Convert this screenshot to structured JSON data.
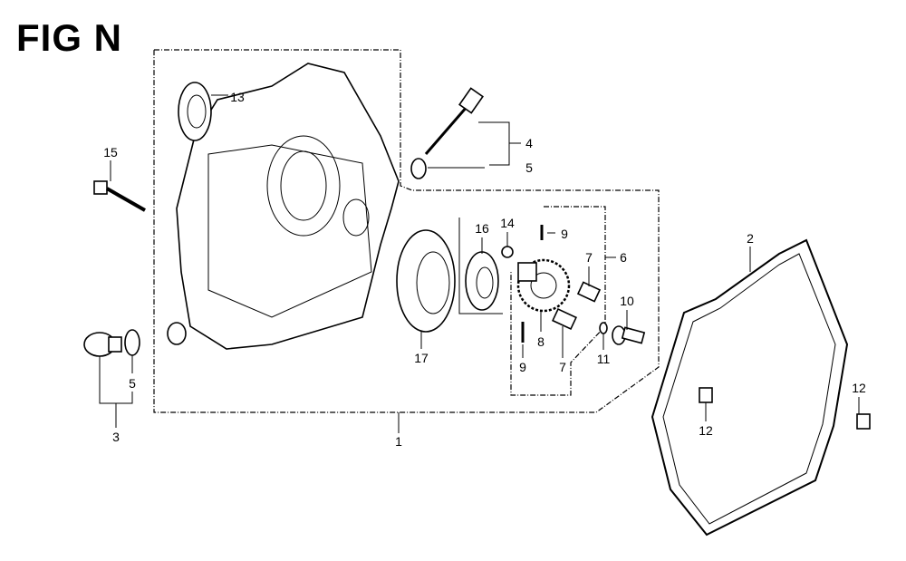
{
  "title": "FIG N",
  "callouts": {
    "c1": "1",
    "c2": "2",
    "c3": "3",
    "c4": "4",
    "c5_top": "5",
    "c5_left": "5",
    "c6": "6",
    "c7_top": "7",
    "c7_bottom": "7",
    "c8": "8",
    "c9_top": "9",
    "c9_bottom": "9",
    "c10": "10",
    "c11": "11",
    "c12_center": "12",
    "c12_right": "12",
    "c13": "13",
    "c14": "14",
    "c15": "15",
    "c16": "16",
    "c17": "17"
  }
}
